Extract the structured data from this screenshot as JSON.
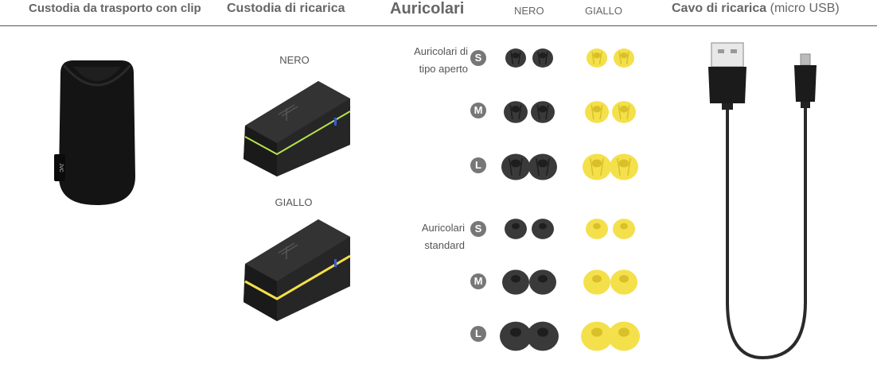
{
  "headers": {
    "pouch": "Custodia da trasporto con clip",
    "charging_case": "Custodia di ricarica",
    "earpieces": "Auricolari",
    "black": "NERO",
    "yellow": "GIALLO",
    "cable": "Cavo di ricarica",
    "cable_note": "(micro USB)"
  },
  "case_labels": {
    "black": "NERO",
    "yellow": "GIALLO"
  },
  "earpiece_groups": [
    {
      "name": "Auricolari di tipo aperto",
      "line1": "Auricolari di",
      "line2": "tipo aperto",
      "sizes": [
        "S",
        "M",
        "L"
      ]
    },
    {
      "name": "Auricolari standard",
      "line1": "Auricolari",
      "line2": "standard",
      "sizes": [
        "S",
        "M",
        "L"
      ]
    }
  ],
  "pouch_brand": "JVC",
  "colors": {
    "black": "#3a3a3a",
    "yellow": "#f4e04a",
    "accent_green": "#b7e34a",
    "text": "#555555"
  }
}
